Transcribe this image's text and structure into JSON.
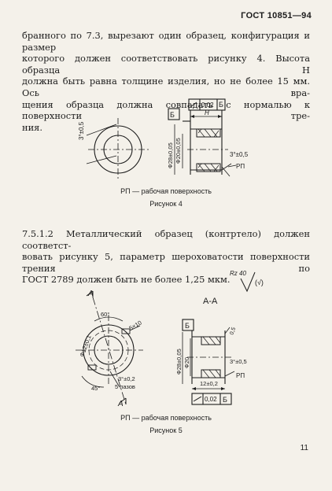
{
  "header": {
    "standard": "ГОСТ 10851—94"
  },
  "paragraph1": {
    "lines": [
      "бранного по 7.3, вырезают один образец, конфигурация и размер",
      "которого должен соответствовать рисунку 4. Высота образца Н",
      "должна быть равна толщине изделия, но не более 15 мм. Ось вра-",
      "щения образца должна совпадать с нормалью к поверхности тре-",
      "ния."
    ]
  },
  "figure4": {
    "caption": "РП — рабочая поверхность",
    "title": "Рисунок 4",
    "labels": {
      "angle": "3°±0,5",
      "datum": "Б",
      "tolerance": "0,02",
      "tolerance_ref": "Б",
      "height": "Н",
      "outer_dia": "Ф28±0,05",
      "inner_dia": "Ф20±0,05",
      "chamfer": "3°±0,5",
      "rp": "РП"
    }
  },
  "paragraph2": {
    "lines": [
      "7.5.1.2 Металлический образец (контртело) должен соответст-",
      "вовать рисунку 5, параметр шероховатости поверхности трения по",
      "ГОСТ 2789 должен быть не более 1,25 мкм."
    ]
  },
  "figure5": {
    "caption": "РП — рабочая поверхность",
    "title": "Рисунок 5",
    "labels": {
      "roughness": "Rz 40",
      "roughness_mark": "(√)",
      "section_a": "А",
      "section_a_bottom": "А",
      "section_view": "А-А",
      "angle60": "60°",
      "dia12": "Ф12±0,1",
      "slot": "5×10",
      "angle45": "45°",
      "slot_angle": "3°±0,2",
      "slot_count": "5 пазов",
      "datum": "Б",
      "outer_dia": "Ф28±0,05",
      "inner_dia": "Ф20",
      "chamfer": "0,5",
      "chamfer2": "3°±0,5",
      "width": "12±0,2",
      "tolerance": "0,02",
      "tolerance_ref": "Б",
      "rp": "РП"
    }
  },
  "page_number": "11"
}
